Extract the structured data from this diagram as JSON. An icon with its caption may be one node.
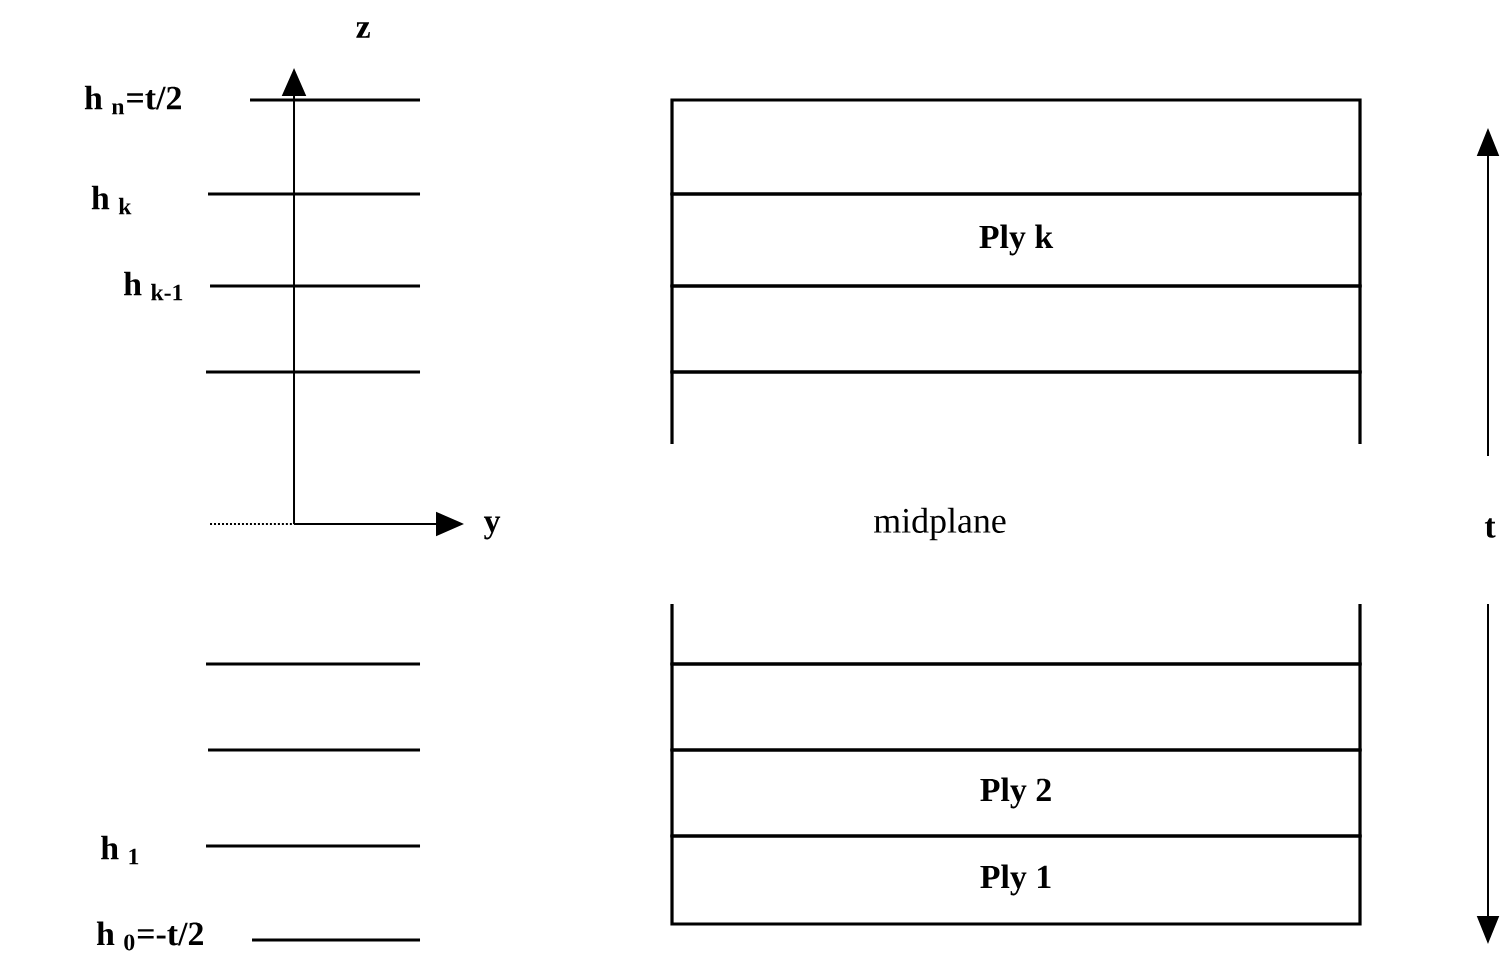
{
  "diagram": {
    "nodes": [
      {
        "text": [],
        "shape": "box"
      },
      {
        "text": [
          "Ply k"
        ]
      },
      {
        "text": [],
        "shape": "box"
      },
      {
        "text": [],
        "shape": "box"
      },
      {
        "text": [],
        "shape": "box"
      },
      {
        "text": [],
        "shape": "box"
      },
      {
        "text": [
          "Ply 2"
        ]
      },
      {
        "text": [
          "Ply 1"
        ]
      }
    ],
    "edges": [],
    "labels": [
      "z",
      "h $_{n}$=t/2",
      "h $_{k}$",
      "h $_{k-1}$",
      "y",
      "midplane",
      "t",
      "h $_{1}$",
      "h $_{0}$=-t/2"
    ]
  }
}
